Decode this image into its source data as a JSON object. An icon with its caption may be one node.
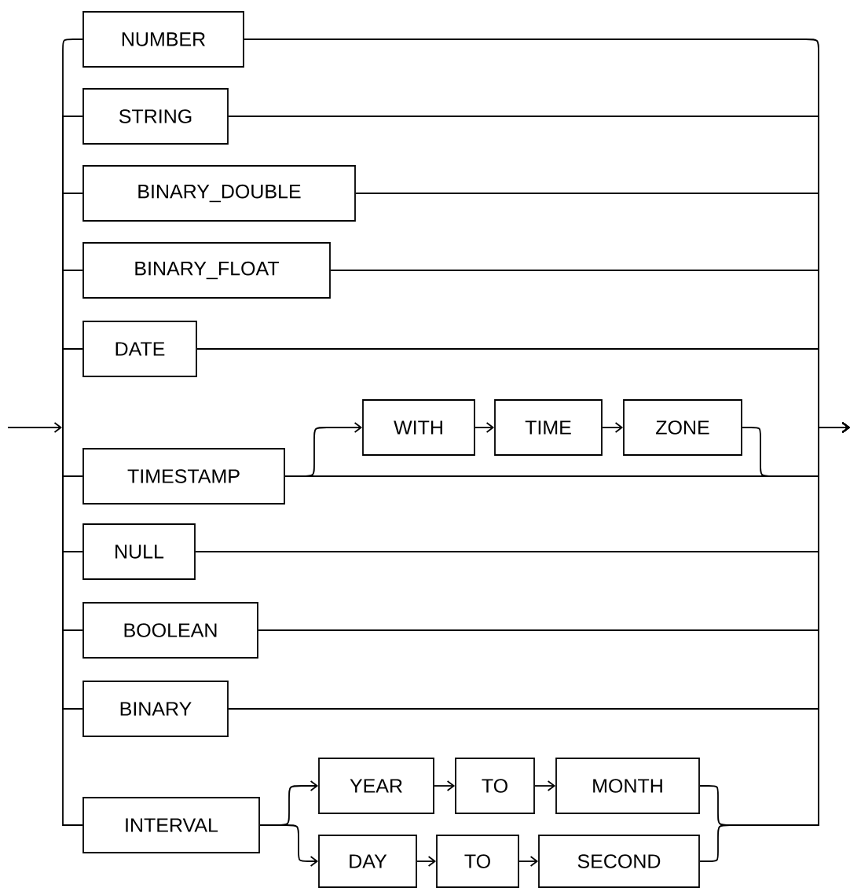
{
  "diagram": {
    "nodes": [
      {
        "text": [
          "NUMBER"
        ]
      },
      {
        "text": [
          "STRING"
        ]
      },
      {
        "text": [
          "BINARY_DOUBLE"
        ]
      },
      {
        "text": [
          "BINARY_FLOAT"
        ]
      },
      {
        "text": [
          "DATE"
        ]
      },
      {
        "text": [
          "TIMESTAMP"
        ]
      },
      {
        "text": [
          "WITH"
        ]
      },
      {
        "text": [
          "TIME"
        ]
      },
      {
        "text": [
          "ZONE"
        ]
      },
      {
        "text": [
          "NULL"
        ]
      },
      {
        "text": [
          "BOOLEAN"
        ]
      },
      {
        "text": [
          "BINARY"
        ]
      },
      {
        "text": [
          "INTERVAL"
        ]
      },
      {
        "text": [
          "YEAR"
        ]
      },
      {
        "text": [
          "TO"
        ]
      },
      {
        "text": [
          "MONTH"
        ]
      },
      {
        "text": [
          "DAY"
        ]
      },
      {
        "text": [
          "TO"
        ]
      },
      {
        "text": [
          "SECOND"
        ]
      }
    ],
    "edges": [
      {
        "from": 5,
        "to": 6,
        "arrow": "to"
      },
      {
        "from": 6,
        "to": 7,
        "arrow": "to"
      },
      {
        "from": 7,
        "to": 8,
        "arrow": "to"
      },
      {
        "from": 12,
        "to": 13,
        "arrow": "to"
      },
      {
        "from": 12,
        "to": 16,
        "arrow": "to"
      },
      {
        "from": 13,
        "to": 14,
        "arrow": "to"
      },
      {
        "from": 14,
        "to": 15,
        "arrow": "to"
      },
      {
        "from": 16,
        "to": 17,
        "arrow": "to"
      },
      {
        "from": 17,
        "to": 18,
        "arrow": "to"
      },
      {
        "from": null,
        "to": 0,
        "arrow": "none"
      },
      {
        "from": null,
        "to": 1,
        "arrow": "none"
      },
      {
        "from": null,
        "to": 2,
        "arrow": "none"
      },
      {
        "from": null,
        "to": 3,
        "arrow": "none"
      },
      {
        "from": null,
        "to": 4,
        "arrow": "none"
      },
      {
        "from": null,
        "to": 5,
        "arrow": "none"
      },
      {
        "from": null,
        "to": 9,
        "arrow": "none"
      },
      {
        "from": null,
        "to": 10,
        "arrow": "none"
      },
      {
        "from": null,
        "to": 11,
        "arrow": "none"
      },
      {
        "from": null,
        "to": 12,
        "arrow": "none"
      },
      {
        "from": 0,
        "to": null,
        "arrow": "to"
      },
      {
        "from": 1,
        "to": null,
        "arrow": "to"
      },
      {
        "from": 2,
        "to": null,
        "arrow": "to"
      },
      {
        "from": 3,
        "to": null,
        "arrow": "to"
      },
      {
        "from": 4,
        "to": null,
        "arrow": "to"
      },
      {
        "from": 5,
        "to": null,
        "arrow": "to"
      },
      {
        "from": 8,
        "to": null,
        "arrow": "to"
      },
      {
        "from": 9,
        "to": null,
        "arrow": "to"
      },
      {
        "from": 10,
        "to": null,
        "arrow": "to"
      },
      {
        "from": 11,
        "to": null,
        "arrow": "to"
      },
      {
        "from": 15,
        "to": null,
        "arrow": "to"
      },
      {
        "from": 18,
        "to": null,
        "arrow": "to"
      }
    ]
  }
}
